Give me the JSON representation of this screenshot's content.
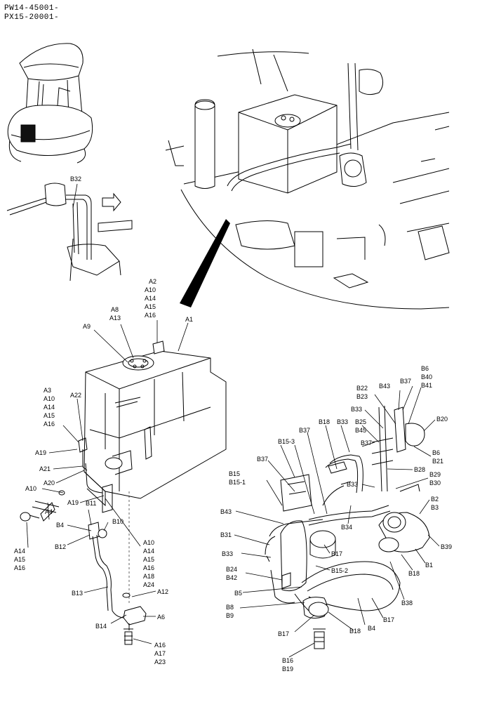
{
  "header": {
    "line1": "PW14-45001-",
    "line2": "PX15-20001-"
  },
  "callouts": {
    "B32": "B32",
    "A2_group": [
      "A2",
      "A10",
      "A14",
      "A15",
      "A16"
    ],
    "A8_group": [
      "A8",
      "A13"
    ],
    "A9": "A9",
    "A1": "A1",
    "A22": "A22",
    "A3_group": [
      "A3",
      "A10",
      "A14",
      "A15",
      "A16"
    ],
    "A19a": "A19",
    "A21": "A21",
    "A20": "A20",
    "A10": "A10",
    "A19b": "A19",
    "B11": "B11",
    "A4": "A4",
    "B4": "B4",
    "B10": "B10",
    "B12": "B12",
    "A14_group": [
      "A14",
      "A15",
      "A16"
    ],
    "A10_group": [
      "A10",
      "A14",
      "A15",
      "A16",
      "A18",
      "A24"
    ],
    "A12": "A12",
    "B13": "B13",
    "A6": "A6",
    "B14": "B14",
    "A16_group": [
      "A16",
      "A17",
      "A23"
    ],
    "B6_group": [
      "B6",
      "B40",
      "B41"
    ],
    "B22_group": [
      "B22",
      "B23"
    ],
    "B43a": "B43",
    "B37a": "B37",
    "B20": "B20",
    "B33a": "B33",
    "B18a": "B18",
    "B33b": "B33",
    "B25_group": [
      "B25",
      "B45"
    ],
    "B37b": "B37",
    "B15_3": "B15-3",
    "B37c": "B37",
    "B6_B21": [
      "B6",
      "B21"
    ],
    "B28": "B28",
    "B29_group": [
      "B29",
      "B30"
    ],
    "B15_group": [
      "B15",
      "B15-1"
    ],
    "B33c": "B33",
    "B2_group": [
      "B2",
      "B3"
    ],
    "B43b": "B43",
    "B34": "B34",
    "B39": "B39",
    "B31": "B31",
    "B17a": "B17",
    "B1": "B1",
    "B33d": "B33",
    "B18b": "B18",
    "B15_2": "B15-2",
    "B24_group": [
      "B24",
      "B42"
    ],
    "B5": "B5",
    "B38": "B38",
    "B8_group": [
      "B8",
      "B9"
    ],
    "B17b": "B17",
    "B4b": "B4",
    "B17c": "B17",
    "B18c": "B18",
    "B16_group": [
      "B16",
      "B19"
    ]
  }
}
